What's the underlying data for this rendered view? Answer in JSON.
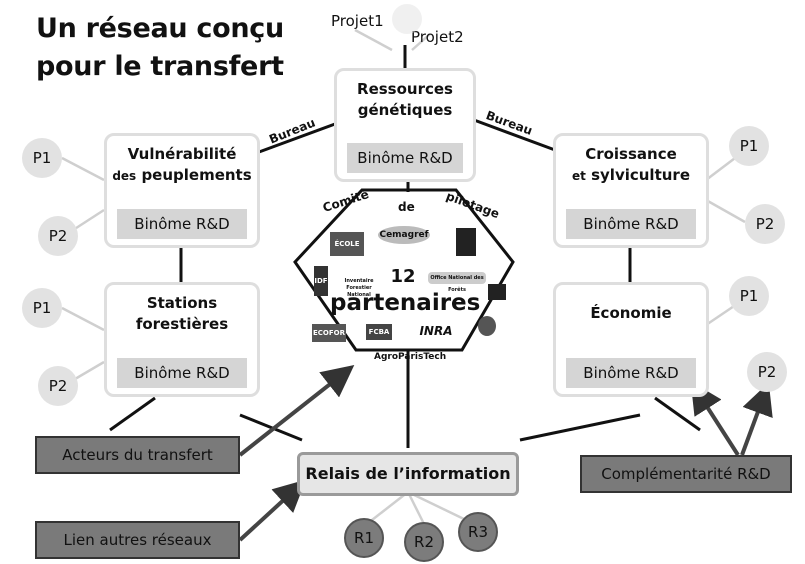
{
  "title": {
    "line1": "Un réseau conçu",
    "line2": "pour le transfert"
  },
  "center": {
    "number": "12",
    "label": "partenaires",
    "comite": "Comité",
    "de": "de",
    "pilotage": "pilotage"
  },
  "links": {
    "bureau_left": "Bureau",
    "bureau_right": "Bureau"
  },
  "nodes": {
    "ressources": {
      "line1": "Ressources",
      "line2": "génétiques",
      "binome": "Binôme R&D",
      "projet1": "Projet1",
      "projet2": "Projet2"
    },
    "vulnerabilite": {
      "line1": "Vulnérabilité",
      "line2_small": "des",
      "line2_big": "peuplements",
      "binome": "Binôme R&D",
      "p1": "P1",
      "p2": "P2"
    },
    "croissance": {
      "line1": "Croissance",
      "line2_small": "et",
      "line2_big": "sylviculture",
      "binome": "Binôme R&D",
      "p1": "P1",
      "p2": "P2"
    },
    "stations": {
      "line1": "Stations",
      "line2": "forestières",
      "binome": "Binôme R&D",
      "p1": "P1",
      "p2": "P2"
    },
    "economie": {
      "line1": "Économie",
      "binome": "Binôme R&D",
      "p1": "P1",
      "p2": "P2"
    }
  },
  "relais": {
    "label": "Relais de l’information",
    "r1": "R1",
    "r2": "R2",
    "r3": "R3"
  },
  "callouts": {
    "acteurs": "Acteurs du transfert",
    "lien": "Lien autres réseaux",
    "complementarite": "Complémentarité R&D"
  },
  "logos": {
    "cemagref": "Cemagref",
    "ecole": "ÉCOLE",
    "inra": "INRA",
    "fcba": "FCBA",
    "ecofor": "ECOFOR",
    "agroparistech": "AgroParisTech",
    "idf": "IDF",
    "onf": "Office National des Forêts",
    "ifn": "Inventaire Forestier National"
  }
}
